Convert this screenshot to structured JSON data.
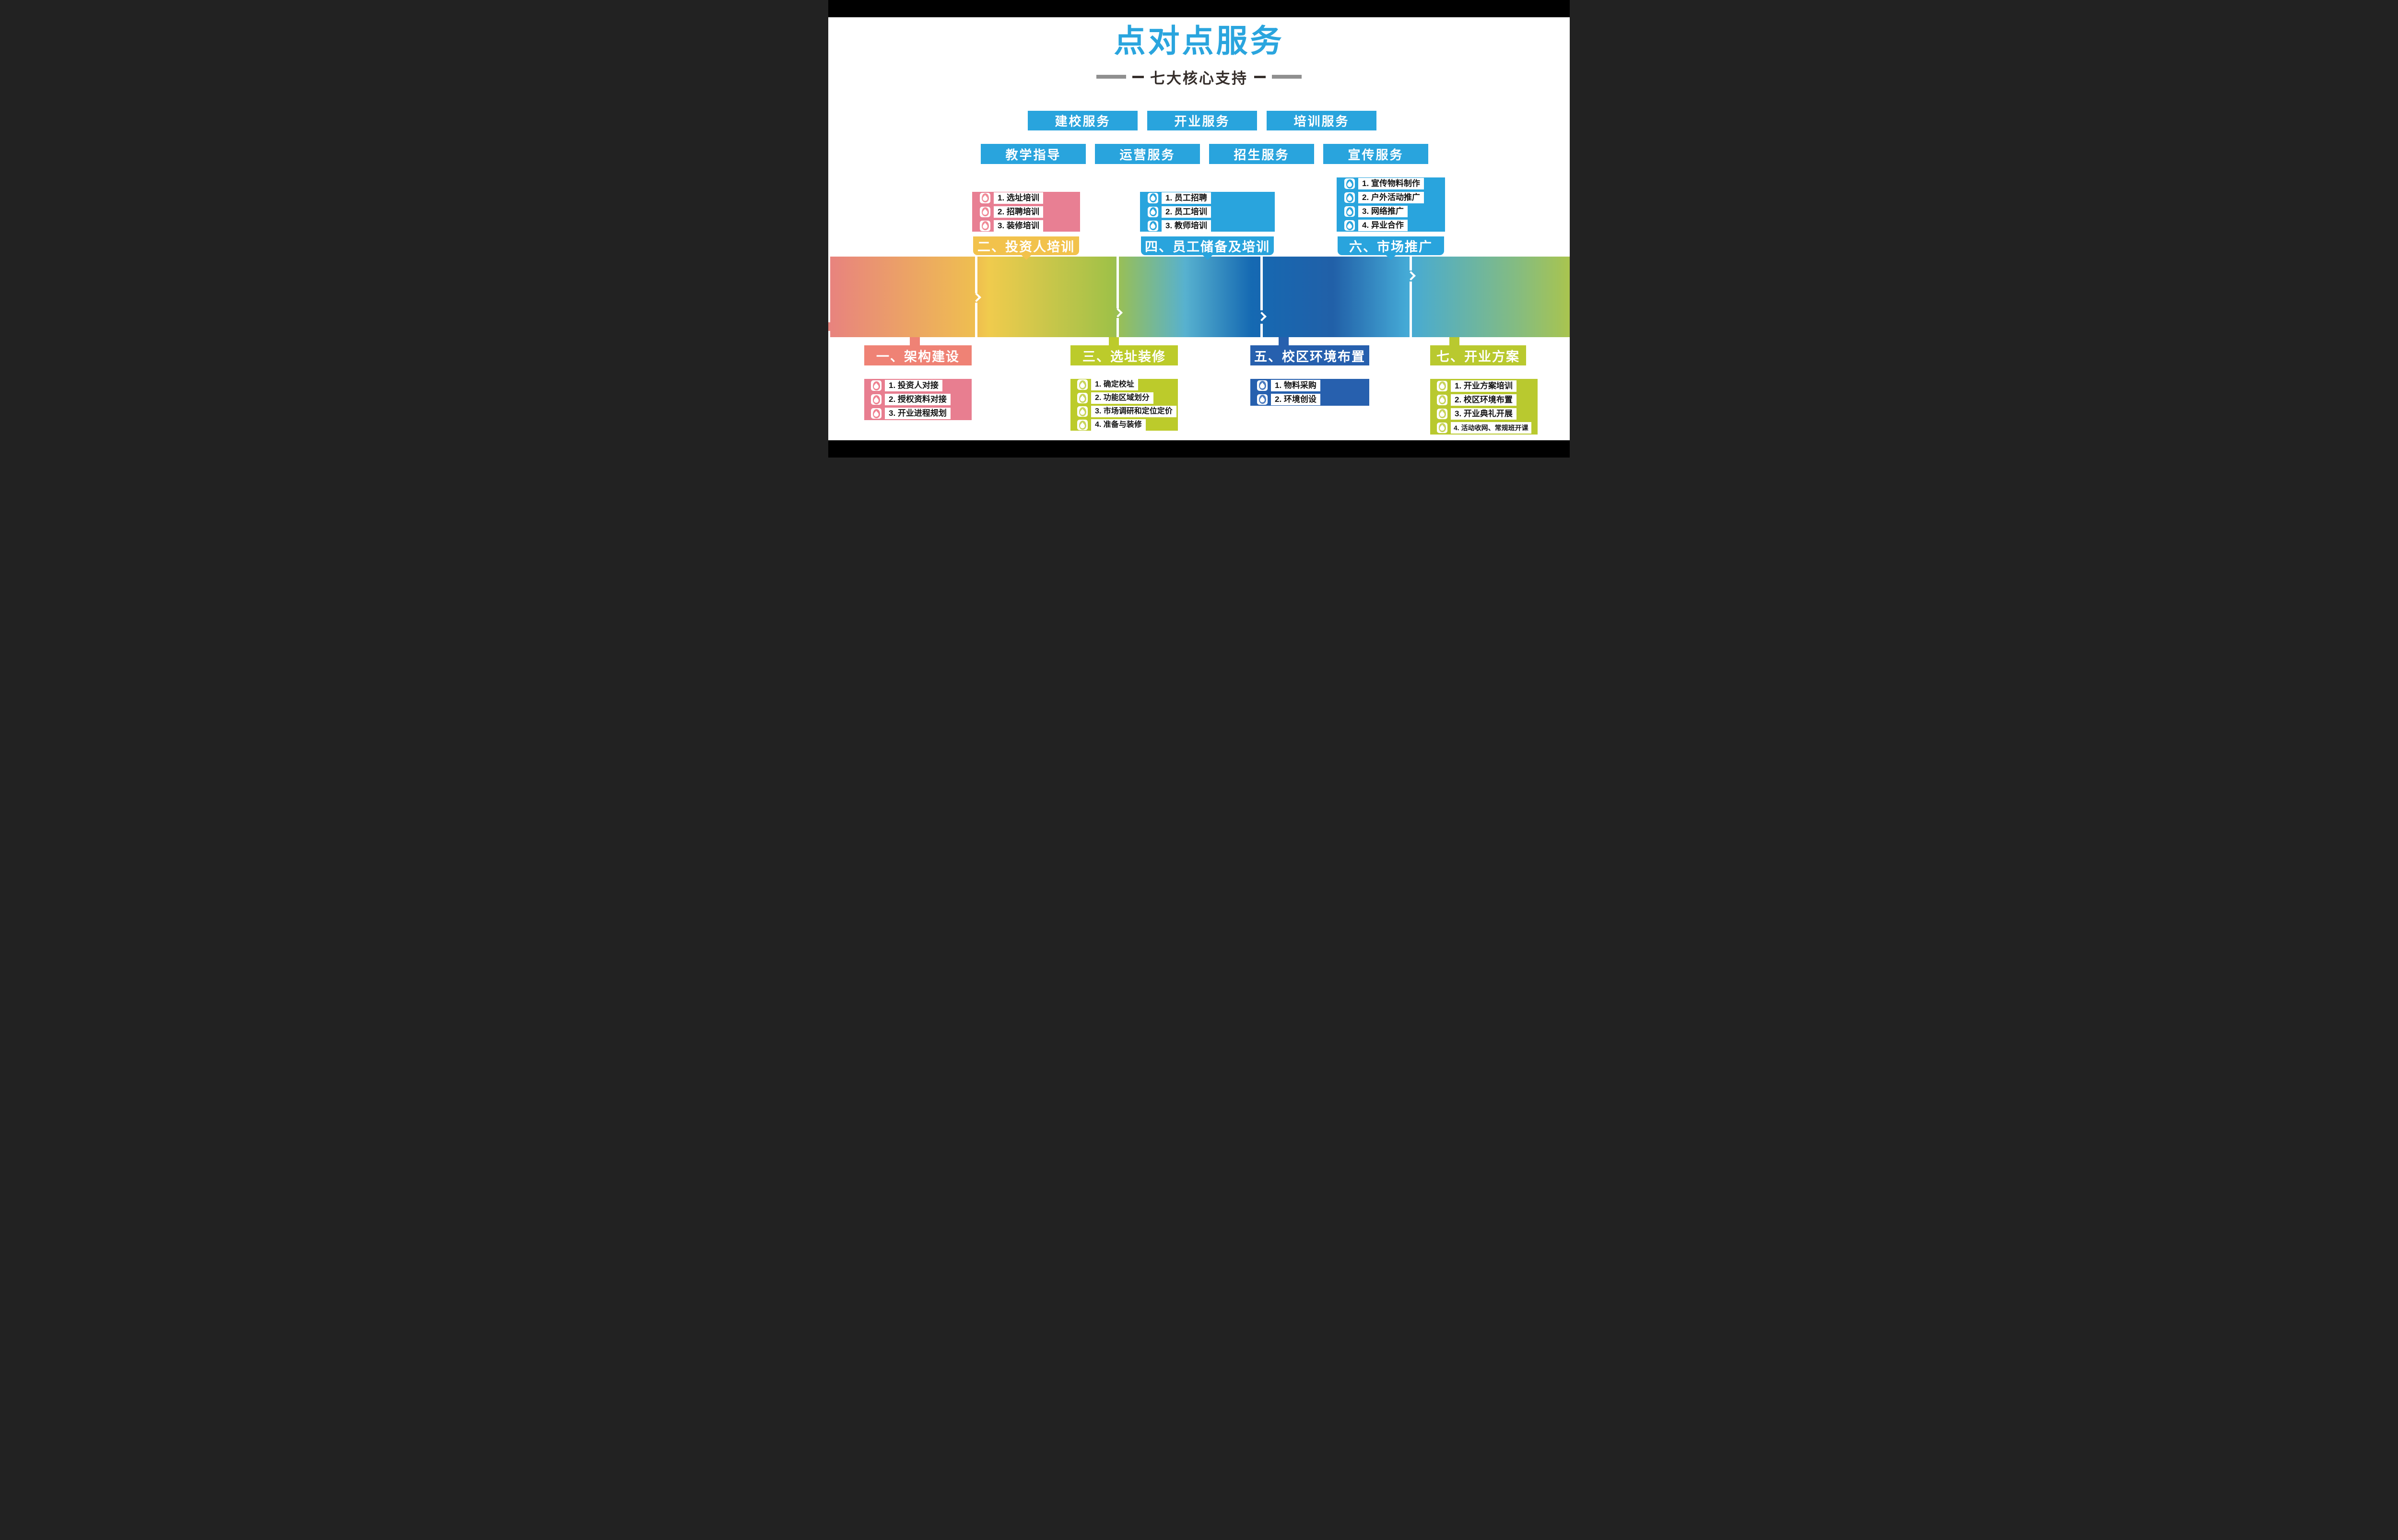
{
  "page": {
    "title": "点对点服务",
    "subtitle": "七大核心支持"
  },
  "services": {
    "row1": [
      {
        "label": "建校服务"
      },
      {
        "label": "开业服务"
      },
      {
        "label": "培训服务"
      }
    ],
    "row2": [
      {
        "label": "教学指导"
      },
      {
        "label": "运营服务"
      },
      {
        "label": "招生服务"
      },
      {
        "label": "宣传服务"
      }
    ]
  },
  "groups": [
    {
      "label": "一、架构建设",
      "items": [
        "1. 投资人对接",
        "2. 授权资料对接",
        "3. 开业进程规划"
      ],
      "tab_color": "#EF8275",
      "box_color": "#E87E90"
    },
    {
      "label": "二、投资人培训",
      "items": [
        "1. 选址培训",
        "2. 招聘培训",
        "3. 装修培训"
      ],
      "tab_color": "#F2C24C",
      "box_color": "#E87F93"
    },
    {
      "label": "三、选址装修",
      "items": [
        "1. 确定校址",
        "2. 功能区域划分",
        "3. 市场调研和定位定价",
        "4. 准备与装修"
      ],
      "tab_color": "#BCCB2B",
      "box_color": "#BCCB2B"
    },
    {
      "label": "四、员工储备及培训",
      "items": [
        "1. 员工招聘",
        "2. 员工培训",
        "3. 教师培训"
      ],
      "tab_color": "#29A4DD",
      "box_color": "#29A4DD"
    },
    {
      "label": "五、校区环境布置",
      "items": [
        "1. 物料采购",
        "2. 环境创设"
      ],
      "tab_color": "#2760AE",
      "box_color": "#2760AE"
    },
    {
      "label": "六、市场推广",
      "items": [
        "1. 宣传物料制作",
        "2. 户外活动推广",
        "3. 网络推广",
        "4. 异业合作"
      ],
      "tab_color": "#29A4DD",
      "box_color": "#29A4DD"
    },
    {
      "label": "七、开业方案",
      "items": [
        "1. 开业方案培训",
        "2. 校区环境布置",
        "3. 开业典礼开展",
        "4. 活动收网、常规班开课"
      ],
      "tab_color": "#B9C92F",
      "box_color": "#B9C92F"
    }
  ],
  "banner": {
    "gradient_stops": [
      "#E8837E",
      "#EFC04F",
      "#A0C148",
      "#57B1CF",
      "#1569B2",
      "#2160A8",
      "#45AAD6",
      "#85BC80",
      "#A9C44F"
    ]
  },
  "colors": {
    "accent_blue": "#29A4DD",
    "title_blue": "#2AA5DE",
    "subtitle_dark": "#352E2B",
    "dash_gray": "#8F8F8F",
    "letterbox_black": "#000000"
  },
  "icons": {
    "list_bullet": "flame-icon"
  }
}
